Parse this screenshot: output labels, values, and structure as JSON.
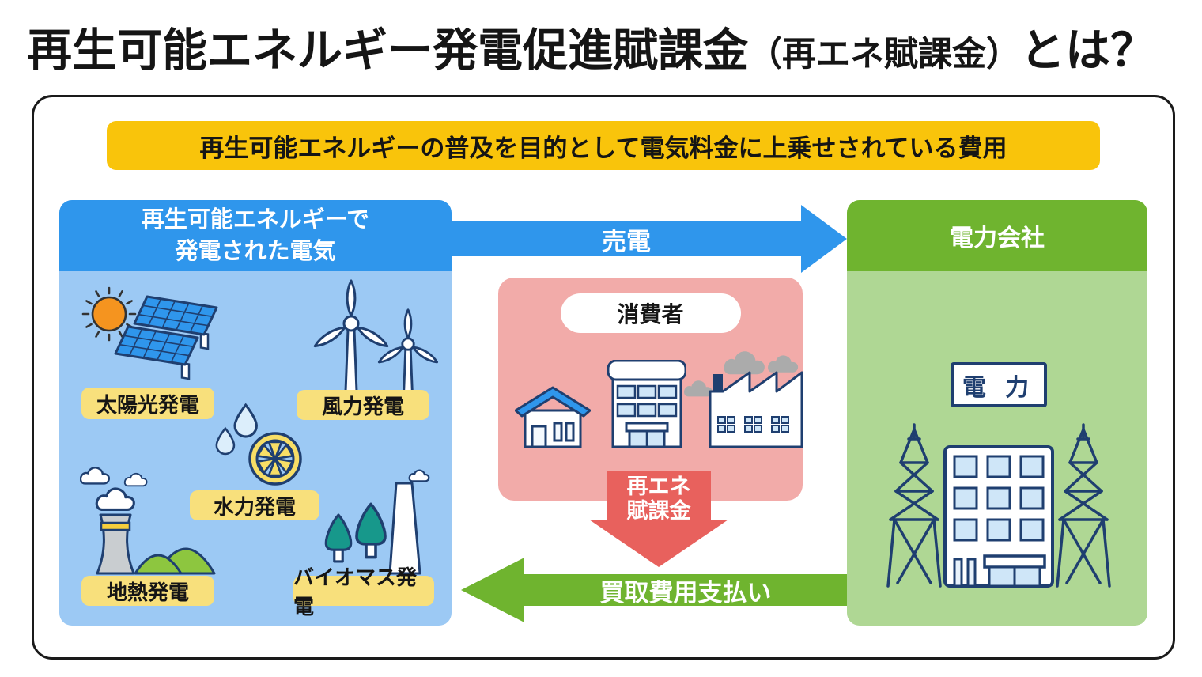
{
  "title": {
    "main": "再生可能エネルギー発電促進賦課金",
    "paren": "（再エネ賦課金）",
    "suffix": "とは？"
  },
  "banner": {
    "text": "再生可能エネルギーの普及を目的として電気料金に上乗せされている費用"
  },
  "renewable_panel": {
    "header_line1": "再生可能エネルギーで",
    "header_line2": "発電された電気",
    "sources": [
      {
        "id": "solar",
        "label": "太陽光発電"
      },
      {
        "id": "wind",
        "label": "風力発電"
      },
      {
        "id": "hydro",
        "label": "水力発電"
      },
      {
        "id": "geothermal",
        "label": "地熱発電"
      },
      {
        "id": "biomass",
        "label": "バイオマス発電"
      }
    ]
  },
  "consumer_box": {
    "label": "消費者"
  },
  "power_company_panel": {
    "header": "電力会社",
    "building_sign": "電 力"
  },
  "flows": {
    "sell_label": "売電",
    "surcharge_line1": "再エネ",
    "surcharge_line2": "賦課金",
    "payment_label": "買取費用支払い"
  },
  "colors": {
    "banner_yellow": "#F9C40B",
    "label_yellow": "#F8E07C",
    "blue_header": "#2F96EC",
    "blue_body": "#9CC9F4",
    "green_header": "#6FB42F",
    "green_body": "#AFD794",
    "pink_box": "#F2ABA9",
    "surcharge_red": "#E8615D",
    "outline_navy": "#1F3F70",
    "smoke_gray": "#ABABAB",
    "sun_orange": "#F5941F"
  }
}
